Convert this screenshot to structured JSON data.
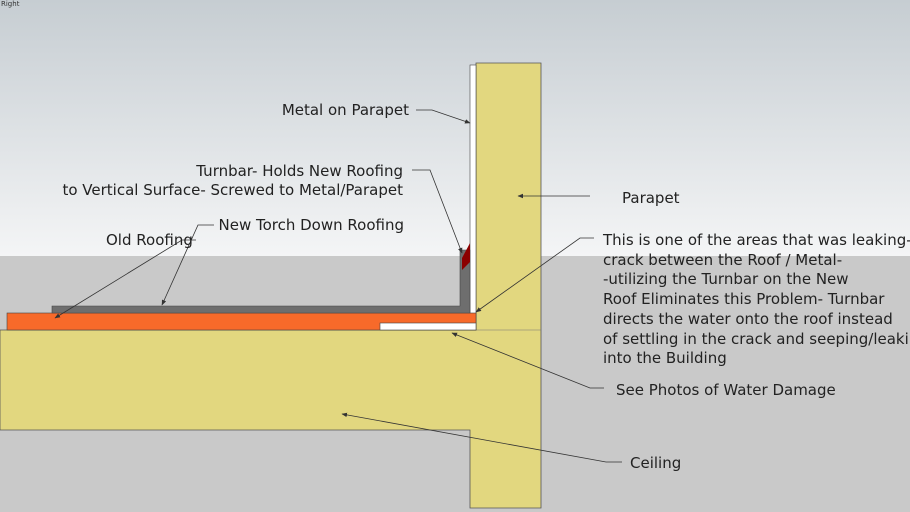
{
  "view_label": "Right",
  "colors": {
    "sky_top": "#c6cdd2",
    "sky_bottom": "#f4f5f6",
    "ground": "#c9c9c9",
    "concrete": "#e2d77f",
    "old_roofing": "#f76a2a",
    "new_roofing": "#6e6e6e",
    "turnbar": "#8b0000",
    "metal": "#ffffff"
  },
  "labels": {
    "metal_on_parapet": "Metal on Parapet",
    "turnbar_line1": "Turnbar- Holds New Roofing",
    "turnbar_line2": "to Vertical Surface- Screwed to Metal/Parapet",
    "new_torch_down": "New Torch Down Roofing",
    "old_roofing": "Old Roofing",
    "parapet": "Parapet",
    "leak_note": [
      "This is one of the areas that was leaking-",
      "crack between the Roof / Metal-",
      "-utilizing the Turnbar on the New",
      "Roof Eliminates this Problem- Turnbar",
      "directs the water onto the roof instead",
      "of settling in the crack and seeping/leaking",
      "into the Building"
    ],
    "see_photos": "See Photos of Water Damage",
    "ceiling": "Ceiling"
  }
}
